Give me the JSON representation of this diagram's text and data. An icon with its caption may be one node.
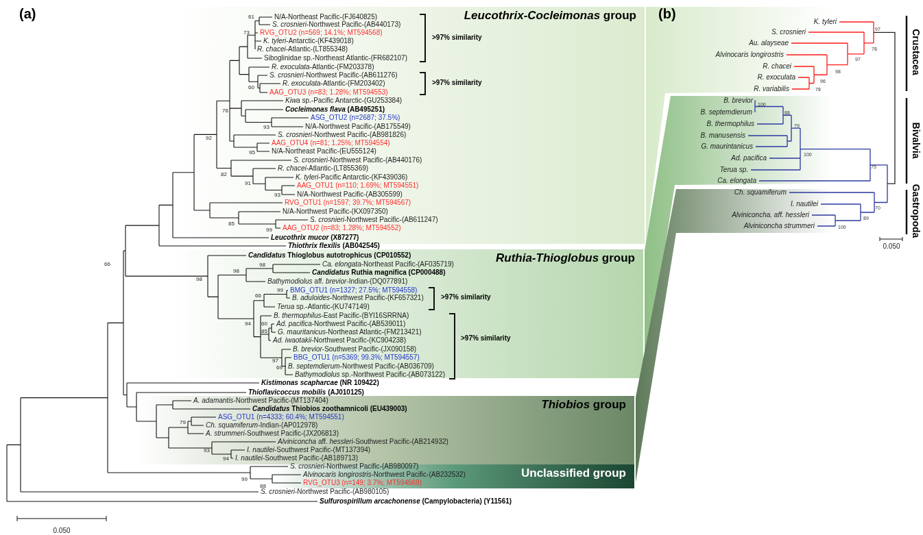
{
  "diagram": {
    "nodes": [
      {
        "text": [
          "*Leucothrix-Cocleimonas* group"
        ]
      },
      {
        "text": [
          "*Ruthia-Thioglobus* group"
        ]
      },
      {
        "text": [
          "*Thiobios* group"
        ]
      },
      {
        "text": [
          "Unclassified group"
        ]
      }
    ],
    "labels": [
      "(a)",
      "(b)",
      "N/A-Northeast Pacific-(FJ640825)",
      "*S. crosnieri*-Northwest Pacific-(AB440173)",
      "RVG_OTU2 (n=569; 14.1%; MT594568)",
      "*K. tyleri*-Antarctic-(KF439018)",
      "*R. chacei*-Atlantic-(LT855348)",
      "Siboglinidae sp.-Northeast Atlantic-(FR682107)",
      "*R. exoculata*-Atlantic-(FM203378)",
      "*S. crosnieri*-Northwest Pacific-(AB611276)",
      "*R. exoculata*-Atlantic-(FM203402)",
      "AAG_OTU3 (n=83; 1.28%; MT594553)",
      "*Kiwa* sp.-Pacific Antarctic-(GU253384)",
      "*Cocleimonas flava* (AB495251)",
      "ASG_OTU2 (n=2687; 37.5%)",
      "N/A-Northwest Pacific-(AB175549)",
      "*S. crosnieri*-Northwest Pacific-(AB981826)",
      "AAG_OTU4 (n=81; 1.25%; MT594554)",
      "N/A-Northeast Pacific-(EU555124)",
      "*S. crosnieri*-Northwest Pacific-(AB440176)",
      "*R. chacei*-Atlantic-(LT855369)",
      "*K. tyleri*-Pacific Antarctic-(KF439036)",
      "AAG_OTU1 (n=110; 1.69%; MT594551)",
      "N/A-Northwest Pacific-(AB305599)",
      "RVG_OTU1 (n=1597; 39.7%; MT594567)",
      "N/A-Northwest Pacific-(KX097350)",
      "*S. crosnieri*-Northwest Pacific-(AB611247)",
      "AAG_OTU2 (n=83; 1.28%; MT594552)",
      "*Leucothrix mucor* (X87277)",
      "*Thiothrix flexilis* (AB042545)",
      "*Candidatus* Thioglobus autotrophicus (CP010552)",
      "*Ca. elongata*-Northeast Pacific-(AF035719)",
      "*Candidatus* Ruthia magnifica (CP000488)",
      "*Bathymodiolus* aff. *brevior*-Indian-(DQ077891)",
      "BMG_OTU1 (n=1327; 27.5%; MT594558)",
      "*B. aduloides*-Northwest Pacific-(KF657321)",
      "*Terua* sp.-Atlantic-(KU747149)",
      "*B. thermophilus*-East Pacific-(BYI16SRRNA)",
      "*Ad. pacifica*-Northwest Pacific-(AB539011)",
      "*G. mauritanicus*-Northeast Atlantic-(FM213421)",
      "*Ad. iwaotakii*-Northwest Pacific-(KC904238)",
      "*B. brevior*-Southwest Pacific-(JX090158)",
      "BBG_OTU1 (n=5369; 99.3%; MT594557)",
      "*B. septemdierum*-Northwest Pacific-(AB036709)",
      "*Bathymodiolus* sp.-Northwest Pacific-(AB073122)",
      "*Kistimonas scapharcae* (NR 109422)",
      "*Thioflavicoccus mobilis* (AJ010125)",
      "*A. adamantis*-Northwest Pacific-(MT137404)",
      "*Candidatus* Thiobios zoothamnicoli (EU439003)",
      "ASG_OTU1 (n=4333; 60.4%; MT594551)",
      "*Ch. squamiferum*-Indian-(AP012978)",
      "*A. strummeri*-Southwest Pacific-(JX206813)",
      "*Alviniconcha* aff. *hessleri*-Southwest Pacific-(AB214932)",
      "*I. nautilei*-Southwest Pacific-(MT137394)",
      "*I. nautilei*-Southwest Pacific-(AB189713)",
      "*S. crosnieri*-Northwest Pacific-(AB980097)",
      "*Alvinocaris longirostris*-Northwest Pacific-(AB232532)",
      "RVG_OTU3 (n=149; 3.7%; MT594569)",
      "*S. crosnieri*-Northwest Pacific-(AB980105)",
      "*Sulfurospirillum arcachonense* (Campylobacteria) (Y11561)",
      "61",
      "73",
      "60",
      "76",
      "93",
      "92",
      "95",
      "82",
      "91",
      "93",
      "85",
      "99",
      "66",
      "98",
      "98",
      "98",
      "99",
      "66",
      "94",
      "60",
      "85",
      "97",
      "69",
      "79",
      "93",
      "94",
      "99",
      "88",
      ">97% similarity",
      ">97% similarity",
      ">97% similarity",
      ">97% similarity",
      "K. tyleri",
      "S. crosnieri",
      "Au. alayseae",
      "Alvinocaris longirostris",
      "R. chacei",
      "R. exoculata",
      "R. variabilis",
      "B. brevior",
      "B. septemdierum",
      "B. thermophilus",
      "B. manusensis",
      "G. maurintanicus",
      "Ad. pacifica",
      "Terua sp.",
      "Ca. elongata",
      "Ch. squamiferum",
      "I. nautilei",
      "Alviniconcha. aff. hessleri",
      "Alviniconcha strummeri",
      "97",
      "78",
      "97",
      "98",
      "96",
      "78",
      "100",
      "88",
      "79",
      "100",
      "75",
      "70",
      "89",
      "100",
      "Crustacea",
      "Bivalvia",
      "Gastropoda",
      "0.050",
      "0.050"
    ]
  }
}
